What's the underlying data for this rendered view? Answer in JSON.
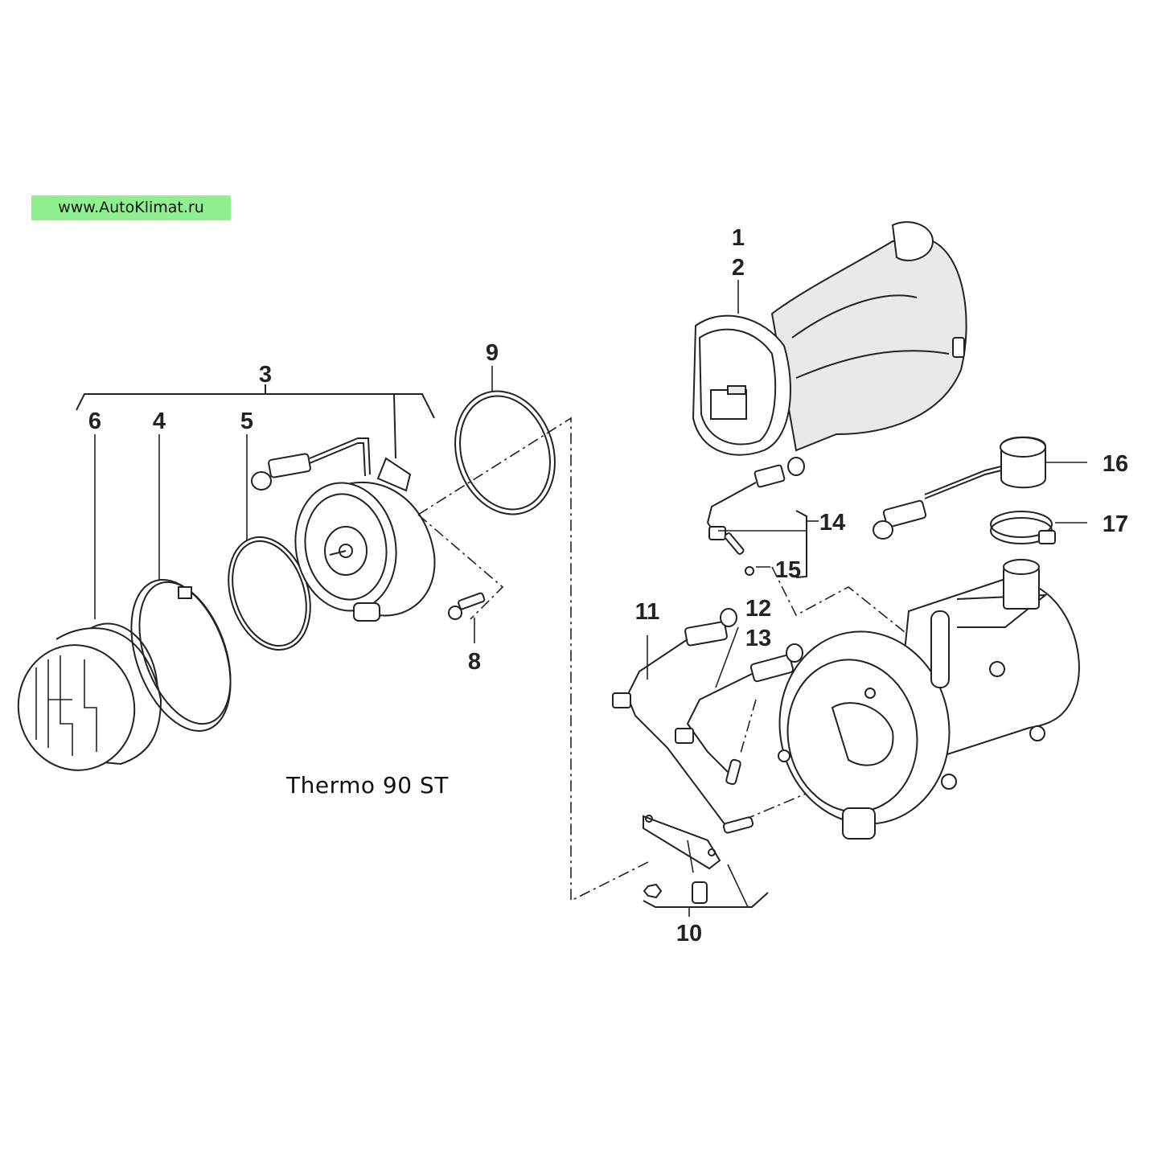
{
  "watermark": "www.AutoKlimat.ru",
  "caption": "Thermo 90 ST",
  "colors": {
    "badge_bg": "#8ef08e",
    "line": "#222222"
  },
  "callouts": {
    "c1": "1",
    "c2": "2",
    "c3": "3",
    "c4": "4",
    "c5": "5",
    "c6": "6",
    "c8": "8",
    "c9": "9",
    "c10": "10",
    "c11": "11",
    "c12": "12",
    "c13": "13",
    "c14": "14",
    "c15": "15",
    "c16": "16",
    "c17": "17"
  }
}
